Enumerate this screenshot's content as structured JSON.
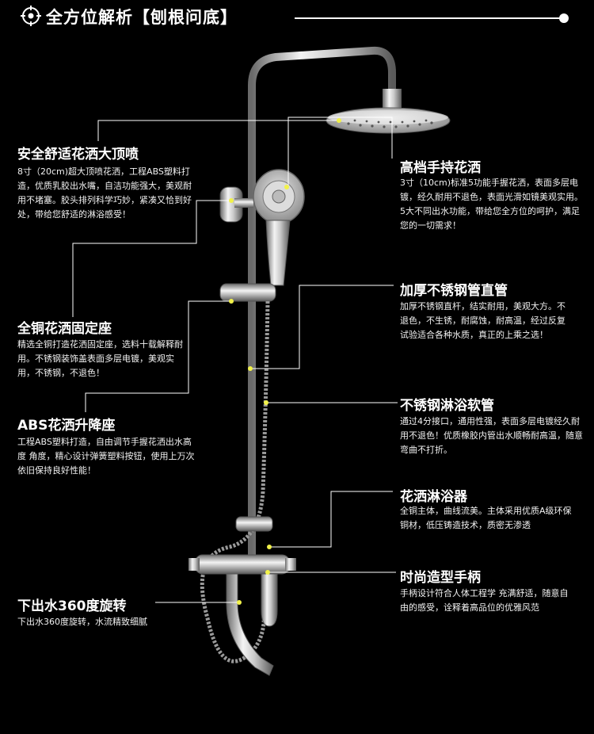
{
  "header": {
    "title": "全方位解析【刨根问底】"
  },
  "features": [
    {
      "title": "安全舒适花洒大顶喷",
      "desc": "8寸（20cm)超大顶喷花洒，工程ABS塑料打造，优质乳胶出水嘴，自洁功能强大，美观耐用不堵塞。胶头排列科学巧妙，紧凑又恰到好处，带给您舒适的淋浴感受！"
    },
    {
      "title": "高档手持花洒",
      "desc": "3寸（10cm)标准5功能手握花洒，表面多层电镀，经久耐用不退色，表面光滑如镜美观实用。5大不同出水功能，带给您全方位的呵护，满足您的一切需求！"
    },
    {
      "title": "加厚不锈钢管直管",
      "desc": "加厚不锈钢直杆，结实耐用，美观大方。不退色，不生锈，耐腐蚀，耐高温，经过反复试验适合各种水质，真正的上乘之选！"
    },
    {
      "title": "全铜花洒固定座",
      "desc": "精选全铜打造花洒固定座，选料十载解释耐用。不锈钢装饰盖表面多层电镀，美观实用，不锈钢，不退色！"
    },
    {
      "title": "不锈钢淋浴软管",
      "desc": "通过4分接口，通用性强，表面多层电镀经久耐用不退色！优质橡胶内管出水顺畅耐高温，随意弯曲不打折。"
    },
    {
      "title": "ABS花洒升降座",
      "desc": "工程ABS塑料打造，自由调节手握花洒出水高度  角度，精心设计弹簧塑料按钮，使用上万次依旧保持良好性能！"
    },
    {
      "title": "花洒淋浴器",
      "desc": "全铜主体，曲线流美。主体采用优质A级环保铜材，低压铸造技术，质密无渗透"
    },
    {
      "title": "时尚造型手柄",
      "desc": "手柄设计符合人体工程学  充满舒适，随意自由的感受，诠释着高品位的优雅风范"
    },
    {
      "title": "下出水360度旋转",
      "desc": "下出水360度旋转，水流精致细腻"
    }
  ],
  "icons": {
    "header": "crosshair-icon"
  },
  "colors": {
    "background": "#000000",
    "text": "#ffffff",
    "callout_dot": "#f2f24a"
  }
}
